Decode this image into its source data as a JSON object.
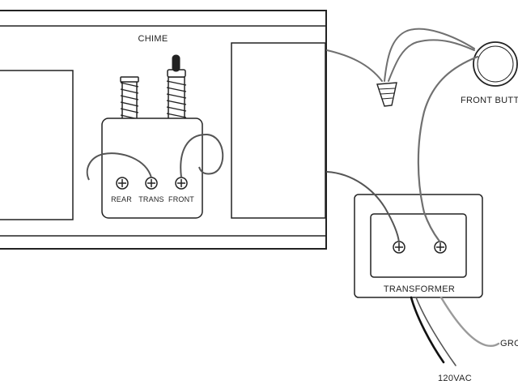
{
  "labels": {
    "chime": "CHIME",
    "front_button": "FRONT BUTTO",
    "transformer": "TRANSFORMER",
    "ground": "GRO",
    "power": "120VAC"
  },
  "terminals": {
    "rear": "REAR",
    "trans": "TRANS",
    "front": "FRONT"
  },
  "colors": {
    "outline": "#222222",
    "wire_gray": "#707070",
    "wire_black": "#111111",
    "wire_light": "#9a9a9a"
  }
}
